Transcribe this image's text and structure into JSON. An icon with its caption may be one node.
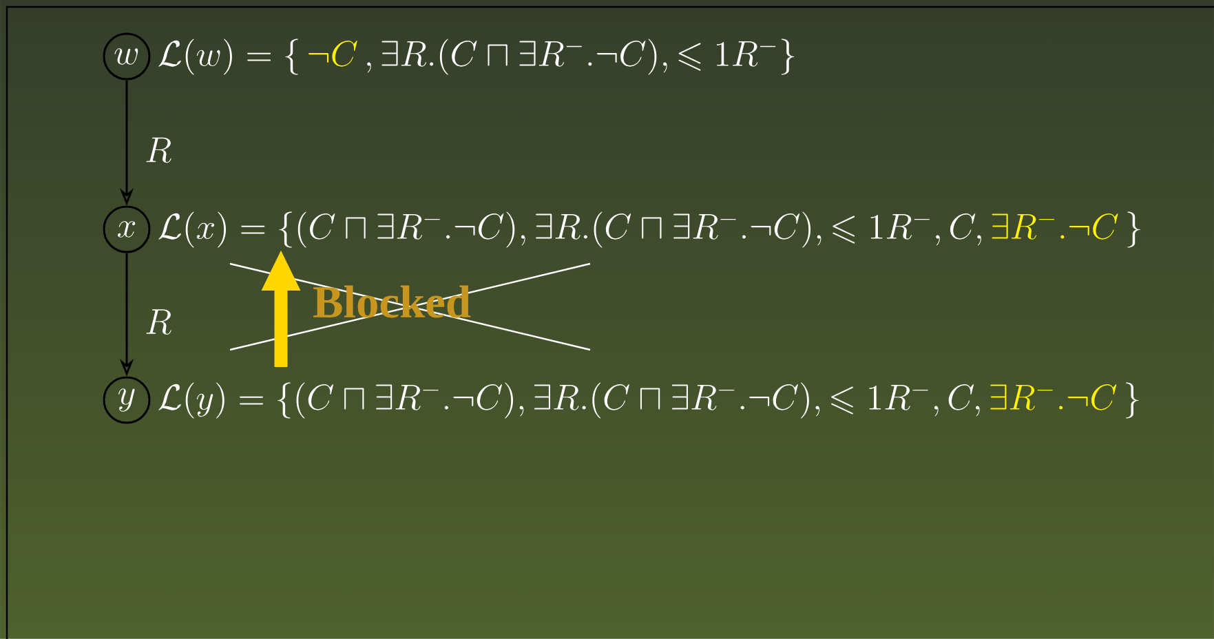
{
  "diagram": {
    "nodes": [
      {
        "text": [
          "w"
        ],
        "beside": [
          "\\mathcal{L}(w) = \\{",
          "\\neg C",
          ", \\exists R.(C \\sqcap \\exists R^{-}.\\neg C), \\leqslant 1 R^{-}\\}"
        ]
      },
      {
        "text": [
          "x"
        ],
        "beside": [
          "\\mathcal{L}(x) = \\{(C \\sqcap \\exists R^{-}.\\neg C), \\exists R.(C \\sqcap \\exists R^{-}.\\neg C), \\leqslant 1 R^{-}, C,",
          "\\exists R^{-}.\\neg C",
          "\\}"
        ]
      },
      {
        "text": [
          "y"
        ],
        "beside": [
          "\\mathcal{L}(y) = \\{(C \\sqcap \\exists R^{-}.\\neg C), \\exists R.(C \\sqcap \\exists R^{-}.\\neg C), \\leqslant 1 R^{-}, C,",
          "\\exists R^{-}.\\neg C",
          "\\}"
        ]
      }
    ],
    "edges": [
      {
        "from": 0,
        "to": 1,
        "arrow": "to",
        "label": "R"
      },
      {
        "from": 1,
        "to": 2,
        "arrow": "to",
        "label": "R"
      }
    ],
    "labels": [
      "Blocked"
    ]
  }
}
